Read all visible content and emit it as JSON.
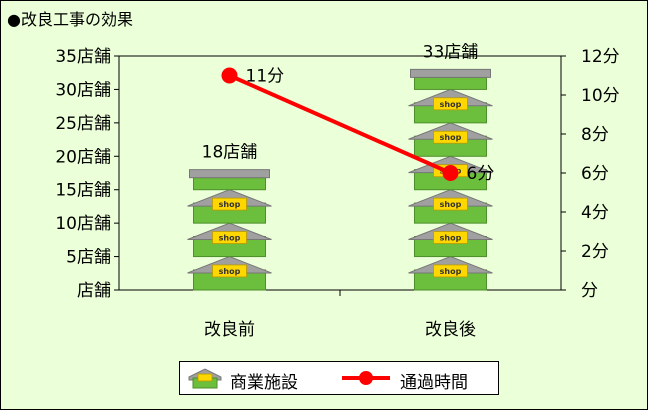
{
  "chart_title": "●改良工事の効果",
  "chart_data": {
    "type": "bar+line",
    "categories": [
      "改良前",
      "改良後"
    ],
    "left_axis": {
      "unit": "店舗",
      "ylim": [
        0,
        35
      ],
      "ticks": [
        0,
        5,
        10,
        15,
        20,
        25,
        30,
        35
      ],
      "tick_labels": [
        "店舗",
        "5店舗",
        "10店舗",
        "15店舗",
        "20店舗",
        "25店舗",
        "30店舗",
        "35店舗"
      ]
    },
    "right_axis": {
      "unit": "分",
      "ylim": [
        0,
        12
      ],
      "ticks": [
        0,
        2,
        4,
        6,
        8,
        10,
        12
      ],
      "tick_labels": [
        "分",
        "2分",
        "4分",
        "6分",
        "8分",
        "10分",
        "12分"
      ]
    },
    "series": [
      {
        "name": "商業施設",
        "type": "bar",
        "axis": "left",
        "values": [
          18,
          33
        ],
        "data_labels": [
          "18店舗",
          "33店舗"
        ],
        "icon_text": "shop",
        "color": "#6cbf3c"
      },
      {
        "name": "通過時間",
        "type": "line",
        "axis": "right",
        "values": [
          11,
          6
        ],
        "data_labels": [
          "11分",
          "6分"
        ],
        "color": "#ff0000"
      }
    ],
    "legend": {
      "position": "bottom",
      "items": [
        {
          "label": "商業施設",
          "icon": "shop-icon"
        },
        {
          "label": "通過時間",
          "icon": "line-marker-icon"
        }
      ]
    },
    "grid": false,
    "colors": {
      "chart_background": "#ebffd8",
      "plot_background": "#ebffd8",
      "bar_body": "#6cbf3c",
      "roof": "#a0a0a0",
      "shop_sign": "#ffd700",
      "line": "#ff0000"
    }
  }
}
